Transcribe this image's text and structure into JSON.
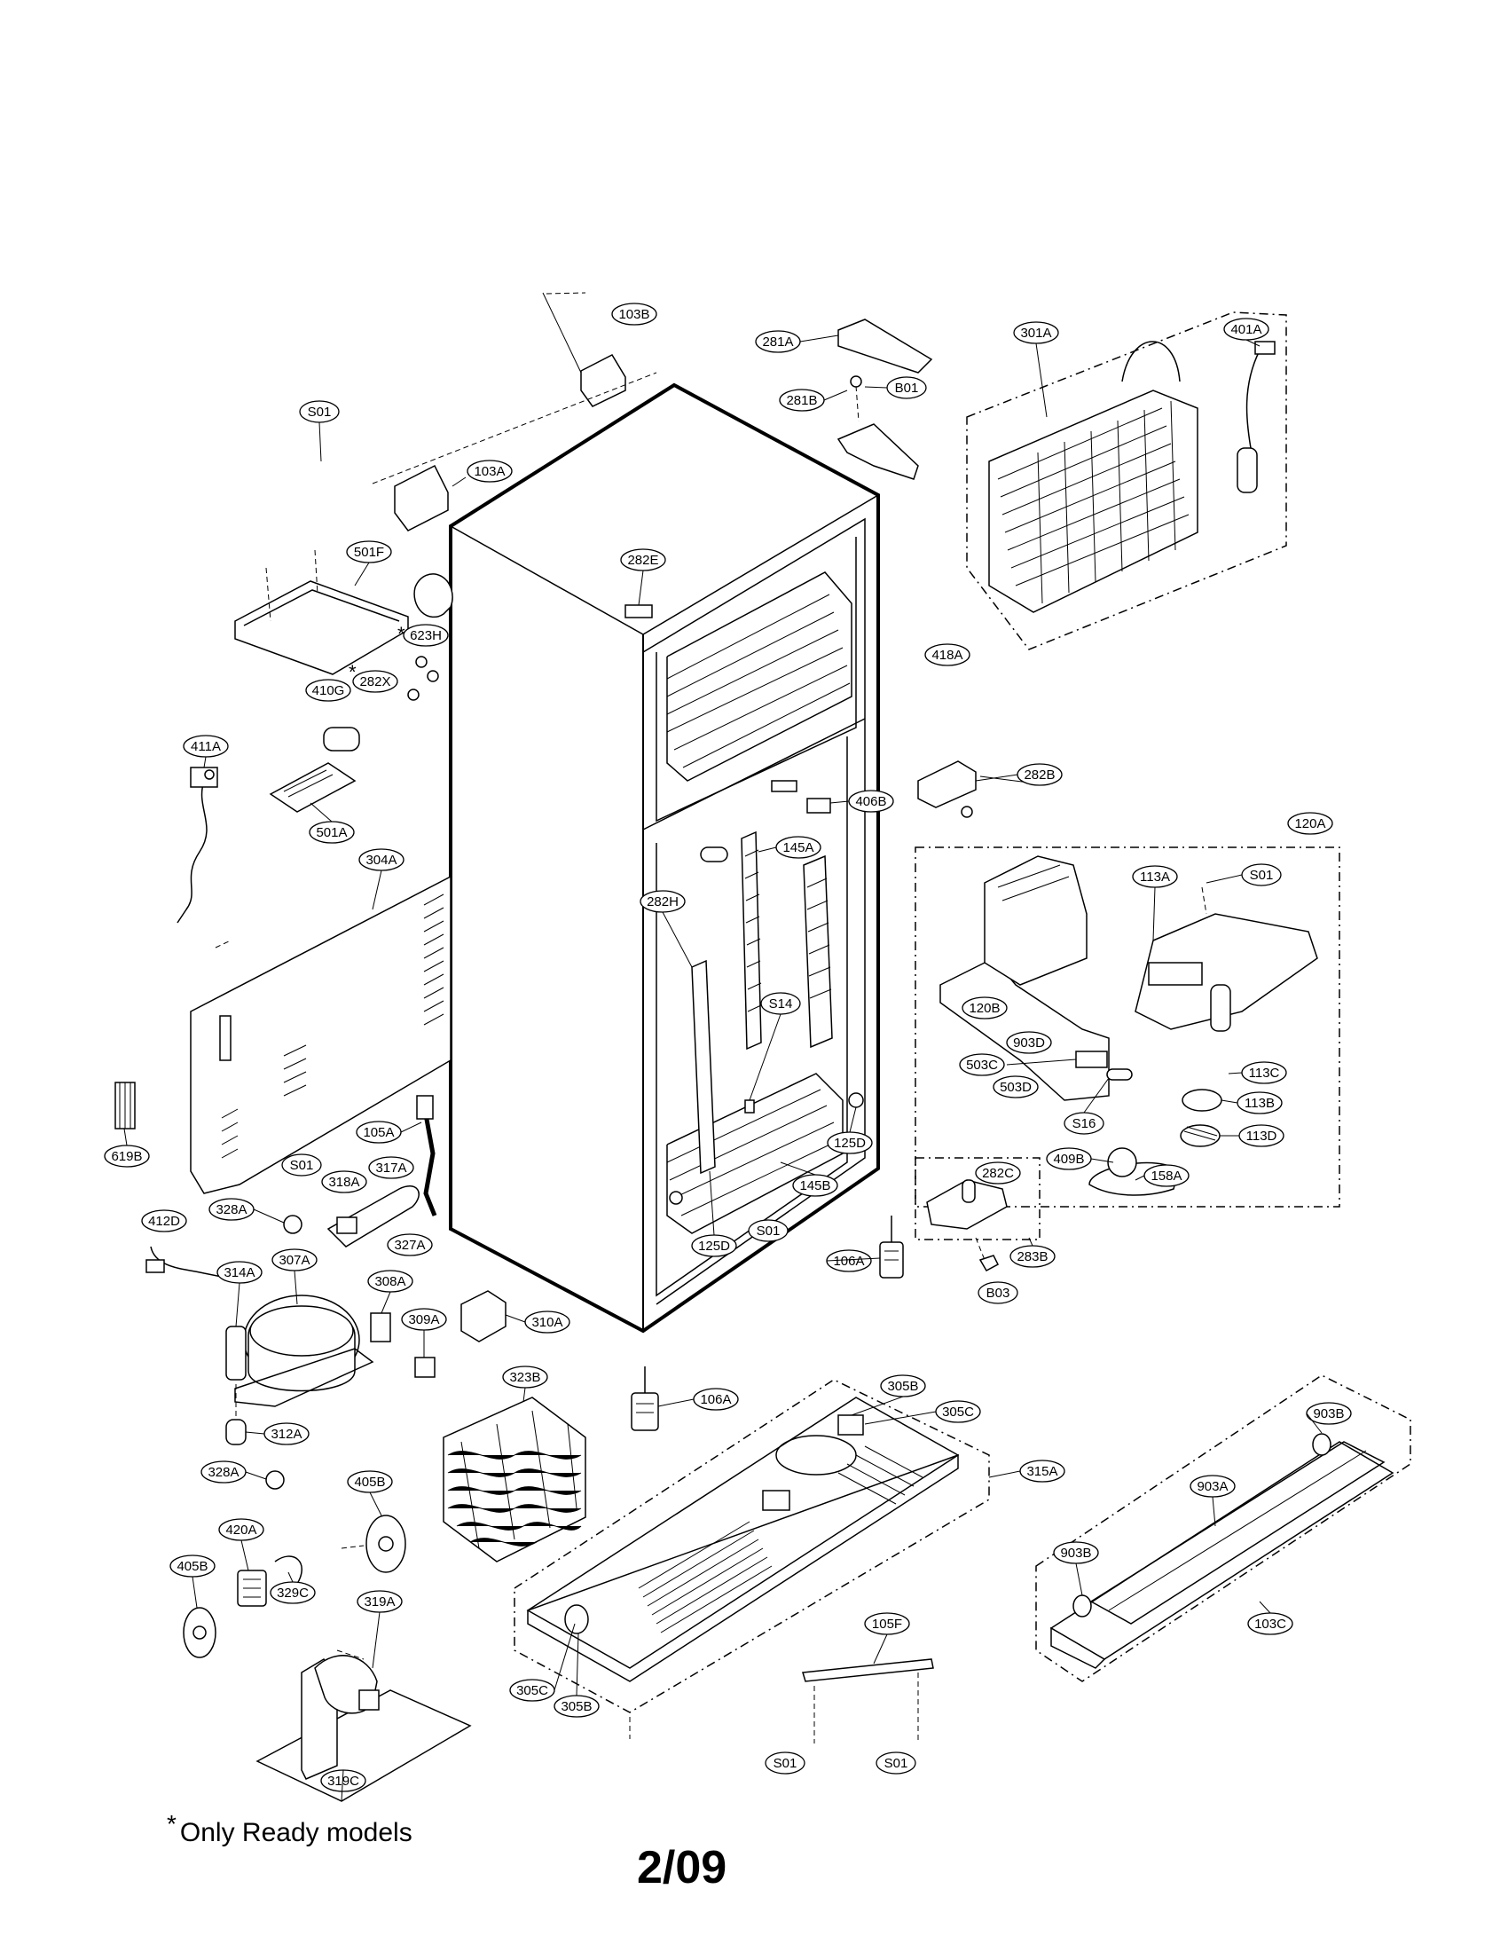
{
  "callouts": [
    {
      "id": "103B",
      "label": "103B"
    },
    {
      "id": "281A",
      "label": "281A"
    },
    {
      "id": "301A",
      "label": "301A"
    },
    {
      "id": "401A",
      "label": "401A"
    },
    {
      "id": "S01-top",
      "label": "S01"
    },
    {
      "id": "281B",
      "label": "281B"
    },
    {
      "id": "B01",
      "label": "B01"
    },
    {
      "id": "103A",
      "label": "103A"
    },
    {
      "id": "501F",
      "label": "501F"
    },
    {
      "id": "282E",
      "label": "282E"
    },
    {
      "id": "623H",
      "label": "623H"
    },
    {
      "id": "282X",
      "label": "282X"
    },
    {
      "id": "418A",
      "label": "418A"
    },
    {
      "id": "410G",
      "label": "410G"
    },
    {
      "id": "411A",
      "label": "411A"
    },
    {
      "id": "282B",
      "label": "282B"
    },
    {
      "id": "501A",
      "label": "501A"
    },
    {
      "id": "406B",
      "label": "406B"
    },
    {
      "id": "120A",
      "label": "120A"
    },
    {
      "id": "304A",
      "label": "304A"
    },
    {
      "id": "145A",
      "label": "145A"
    },
    {
      "id": "113A",
      "label": "113A"
    },
    {
      "id": "S01-120",
      "label": "S01"
    },
    {
      "id": "282H",
      "label": "282H"
    },
    {
      "id": "120B",
      "label": "120B"
    },
    {
      "id": "S14",
      "label": "S14"
    },
    {
      "id": "903D",
      "label": "903D"
    },
    {
      "id": "503C",
      "label": "503C"
    },
    {
      "id": "113C",
      "label": "113C"
    },
    {
      "id": "503D",
      "label": "503D"
    },
    {
      "id": "113B",
      "label": "113B"
    },
    {
      "id": "619B",
      "label": "619B"
    },
    {
      "id": "105A",
      "label": "105A"
    },
    {
      "id": "S16",
      "label": "S16"
    },
    {
      "id": "113D",
      "label": "113D"
    },
    {
      "id": "125D-a",
      "label": "125D"
    },
    {
      "id": "S01-left",
      "label": "S01"
    },
    {
      "id": "317A",
      "label": "317A"
    },
    {
      "id": "409B",
      "label": "409B"
    },
    {
      "id": "282C",
      "label": "282C"
    },
    {
      "id": "318A",
      "label": "318A"
    },
    {
      "id": "158A",
      "label": "158A"
    },
    {
      "id": "145B",
      "label": "145B"
    },
    {
      "id": "328A-a",
      "label": "328A"
    },
    {
      "id": "412D",
      "label": "412D"
    },
    {
      "id": "S01-mid",
      "label": "S01"
    },
    {
      "id": "327A",
      "label": "327A"
    },
    {
      "id": "125D-b",
      "label": "125D"
    },
    {
      "id": "283B",
      "label": "283B"
    },
    {
      "id": "106A-a",
      "label": "106A"
    },
    {
      "id": "307A",
      "label": "307A"
    },
    {
      "id": "314A",
      "label": "314A"
    },
    {
      "id": "308A",
      "label": "308A"
    },
    {
      "id": "B03",
      "label": "B03"
    },
    {
      "id": "309A",
      "label": "309A"
    },
    {
      "id": "310A",
      "label": "310A"
    },
    {
      "id": "323B",
      "label": "323B"
    },
    {
      "id": "305B-a",
      "label": "305B"
    },
    {
      "id": "106A-b",
      "label": "106A"
    },
    {
      "id": "305C-a",
      "label": "305C"
    },
    {
      "id": "903B-a",
      "label": "903B"
    },
    {
      "id": "312A",
      "label": "312A"
    },
    {
      "id": "315A",
      "label": "315A"
    },
    {
      "id": "328A-b",
      "label": "328A"
    },
    {
      "id": "405B-a",
      "label": "405B"
    },
    {
      "id": "903A",
      "label": "903A"
    },
    {
      "id": "420A",
      "label": "420A"
    },
    {
      "id": "903B-b",
      "label": "903B"
    },
    {
      "id": "405B-b",
      "label": "405B"
    },
    {
      "id": "329C",
      "label": "329C"
    },
    {
      "id": "319A",
      "label": "319A"
    },
    {
      "id": "105F",
      "label": "105F"
    },
    {
      "id": "103C",
      "label": "103C"
    },
    {
      "id": "305C-b",
      "label": "305C"
    },
    {
      "id": "305B-b",
      "label": "305B"
    },
    {
      "id": "319C",
      "label": "319C"
    },
    {
      "id": "S01-b1",
      "label": "S01"
    },
    {
      "id": "S01-b2",
      "label": "S01"
    }
  ],
  "asterisks": [
    "*",
    "*"
  ],
  "footnote": {
    "mark": "*",
    "text": "Only Ready models"
  },
  "page_number": "2/09"
}
